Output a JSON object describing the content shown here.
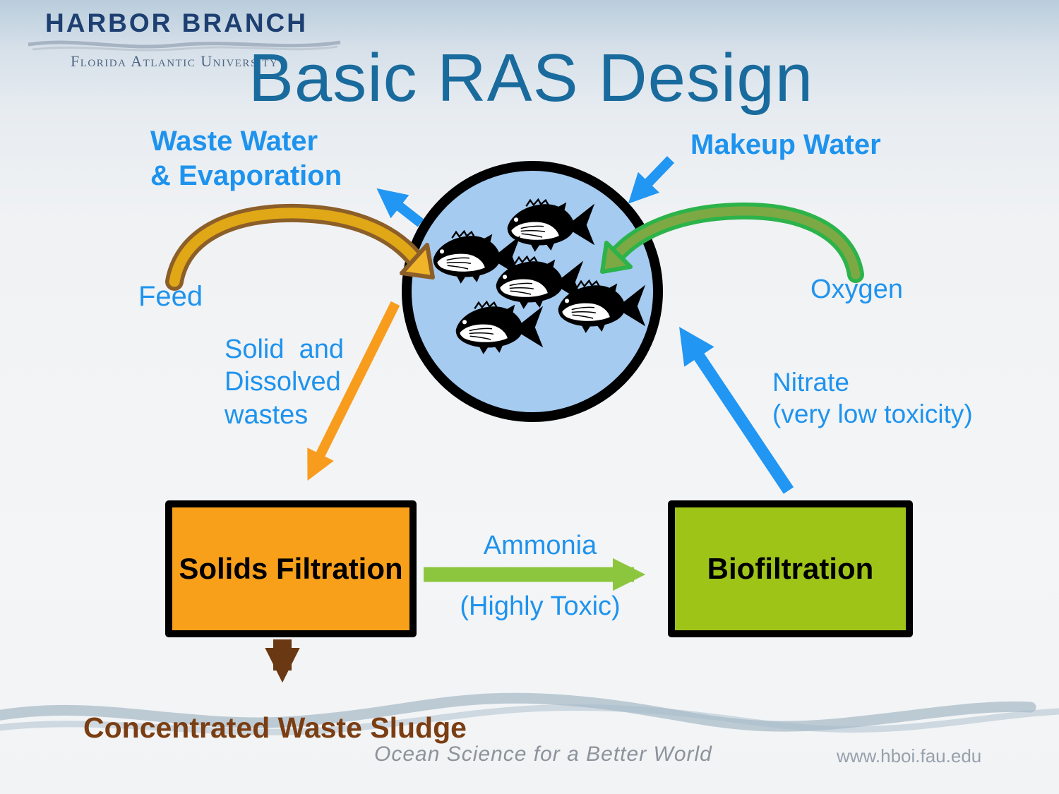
{
  "slide": {
    "title": "Basic RAS Design",
    "logo": {
      "org": "HARBOR BRANCH",
      "university": "Florida Atlantic University"
    },
    "footer": {
      "tagline": "Ocean Science for a Better World",
      "url": "www.hboi.fau.edu"
    }
  },
  "diagram": {
    "tank": {
      "description": "fish tank",
      "fish_count": 5
    },
    "boxes": {
      "solids_filtration": "Solids Filtration",
      "biofiltration": "Biofiltration"
    },
    "labels": {
      "waste_water": "Waste Water\n& Evaporation",
      "makeup_water": "Makeup Water",
      "feed": "Feed",
      "oxygen": "Oxygen",
      "solid_wastes": "Solid  and\nDissolved\nwastes",
      "nitrate": "Nitrate\n(very low toxicity)",
      "ammonia": "Ammonia",
      "ammonia_note": "(Highly Toxic)",
      "sludge": "Concentrated Waste Sludge"
    },
    "flows": [
      {
        "from": "fish-tank",
        "to": "outside",
        "label": "Waste Water & Evaporation",
        "color": "#2196F3"
      },
      {
        "from": "outside",
        "to": "fish-tank",
        "label": "Makeup Water",
        "color": "#2196F3"
      },
      {
        "from": "outside",
        "to": "fish-tank",
        "label": "Feed",
        "color": "#D89A1C"
      },
      {
        "from": "outside",
        "to": "fish-tank",
        "label": "Oxygen",
        "color": "#2CB34A"
      },
      {
        "from": "fish-tank",
        "to": "solids-filtration",
        "label": "Solid and Dissolved wastes",
        "color": "#F89C1E"
      },
      {
        "from": "solids-filtration",
        "to": "biofiltration",
        "label": "Ammonia (Highly Toxic)",
        "color": "#8CC63F"
      },
      {
        "from": "biofiltration",
        "to": "fish-tank",
        "label": "Nitrate (very low toxicity)",
        "color": "#2196F3"
      },
      {
        "from": "solids-filtration",
        "to": "waste-out",
        "label": "Concentrated Waste Sludge",
        "color": "#6A3812"
      }
    ],
    "colors": {
      "title": "#1A6B9D",
      "label_blue": "#1E93EE",
      "tank_fill": "#A5CBF1",
      "solids_box": "#F9A01B",
      "bio_box": "#9FC418",
      "ammonia_arrow": "#8CC63F",
      "feed_arrow_fill": "#E0A716",
      "feed_arrow_outline": "#8C5E28",
      "oxygen_arrow_fill": "#7CA943",
      "oxygen_arrow_outline": "#2CB34A",
      "sludge_brown": "#6A3812",
      "sludge_text": "#7B3D12"
    }
  }
}
